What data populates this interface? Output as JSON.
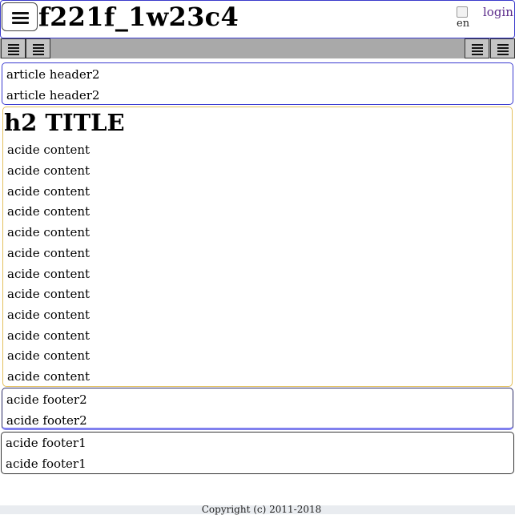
{
  "header": {
    "title": "f221f_1w23c4",
    "menu_icon": "hamburger-menu-icon",
    "language_image_alt": "en",
    "login_label": "login",
    "login_color": "#5a2a8a",
    "border_color": "#3b3bcc"
  },
  "toolbar": {
    "background": "#a9a9a9",
    "left_buttons": [
      "align-justify-icon",
      "align-justify-icon"
    ],
    "right_buttons": [
      "align-justify-icon",
      "align-justify-icon"
    ]
  },
  "article_header": {
    "rows": [
      "article header2",
      "article header2"
    ],
    "border_color": "#3a3ad0"
  },
  "main": {
    "title": "h2 TITLE",
    "border_color": "#e3c05e",
    "rows": [
      "acide content",
      "acide content",
      "acide content",
      "acide content",
      "acide content",
      "acide content",
      "acide content",
      "acide content",
      "acide content",
      "acide content",
      "acide content",
      "acide content"
    ]
  },
  "footer2": {
    "rows": [
      "acide footer2",
      "acide footer2"
    ]
  },
  "footer1": {
    "rows": [
      "acide footer1",
      "acide footer1"
    ]
  },
  "copyright": "Copyright (c) 2011-2018"
}
